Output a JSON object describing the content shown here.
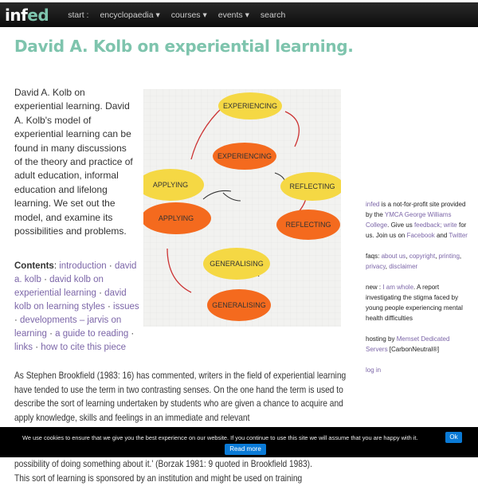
{
  "nav": {
    "logo_a": "inf",
    "logo_b": "ed",
    "items": [
      "start :",
      "encyclopaedia ▾",
      "courses ▾",
      "events ▾",
      "search"
    ]
  },
  "title": "David A. Kolb on experiential learning.",
  "intro": "David A. Kolb on experiential learning. David A. Kolb's model of experiential learning can be found in many discussions of the theory and practice of adult education, informal education and lifelong learning. We set out the model, and examine its possibilities and problems.",
  "contents": {
    "label": "Contents",
    "links": [
      "introduction",
      "david a. kolb",
      "david kolb on experiential learning",
      "david kolb on learning styles",
      "issues",
      "developments – jarvis on learning",
      "a guide to reading",
      "links",
      "how to cite this piece"
    ]
  },
  "diagram": {
    "labels": [
      "EXPERIENCING",
      "EXPERIENCING",
      "REFLECTING",
      "APPLYING",
      "APPLYING",
      "REFLECTING",
      "GENERALISING",
      "GENERALISING"
    ]
  },
  "sidebar": {
    "about": {
      "l1": "infed",
      "t1": " is a not-for-profit site provided by the ",
      "l2": "YMCA George Williams College",
      "t2": ". Give us ",
      "l3": "feedback; write",
      "t3": " for us. Join us on ",
      "l4": "Facebook",
      "t4": " and ",
      "l5": "Twitter"
    },
    "faqs": {
      "label": "faqs: ",
      "links": [
        "about us",
        "copyright",
        "printing",
        "privacy",
        "disclaimer"
      ]
    },
    "news": {
      "label": "new : ",
      "link": "I am whole",
      "text": ". A report investigating the stigma faced by young people experiencing mental health difficulties"
    },
    "hosting": {
      "label": "hosting by ",
      "link": "Memset Dedicated Servers",
      "text": " [CarbonNeutral®]"
    },
    "login": "log in"
  },
  "body": {
    "p1": "As Stephen Brookfield (1983: 16) has commented, writers in the field of experiential learning have tended to use the term in two contrasting senses. On the one hand the term is used to describe the sort of learning undertaken by students who are given a chance to acquire and apply knowledge, skills and feelings in an immediate and relevant",
    "p2": "possibility of doing something about it.' (Borzak 1981: 9 quoted in Brookfield 1983).",
    "p3": "This sort of learning is sponsored by an institution and might be used on training"
  },
  "cookie": {
    "message": "We use cookies to ensure that we give you the best experience on our website. If you continue to use this site we will assume that you are happy with it.",
    "ok": "Ok",
    "read_more": "Read more"
  }
}
